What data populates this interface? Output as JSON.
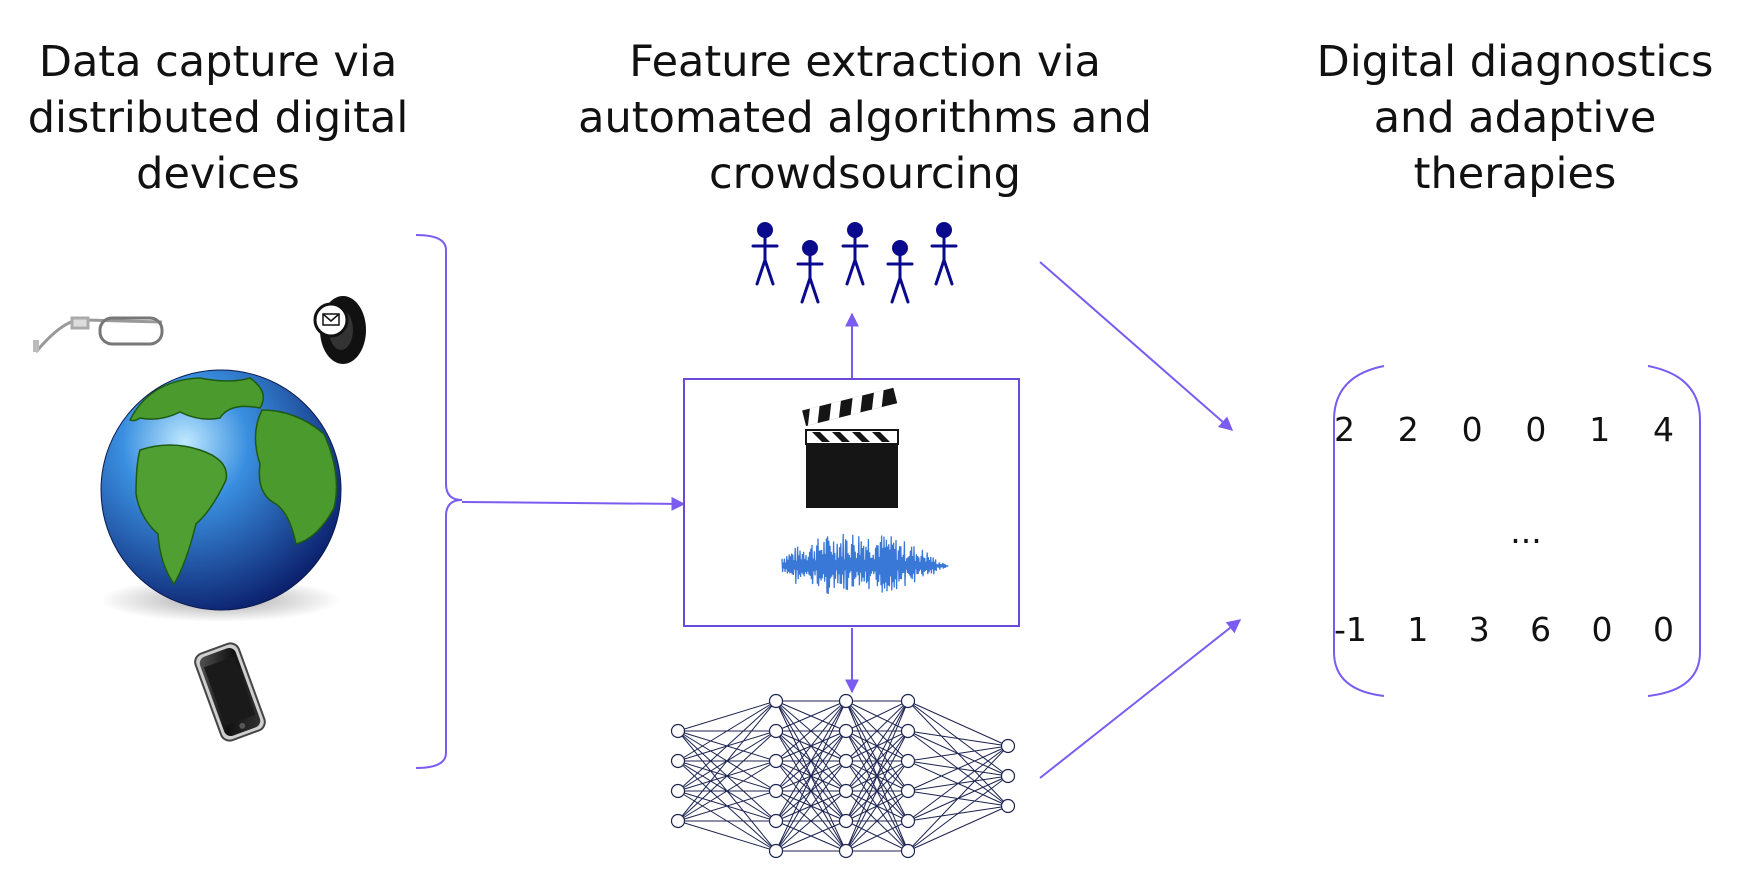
{
  "headings": {
    "capture": "Data capture via\ndistributed digital\ndevices",
    "extraction": "Feature extraction via\nautomated algorithms and\ncrowdsourcing",
    "diagnostics": "Digital diagnostics\nand adaptive\ntherapies"
  },
  "matrix": {
    "row1": [
      "2",
      "2",
      "0",
      "0",
      "1",
      "4"
    ],
    "ellipsis": "...",
    "row3": [
      "-1",
      "1",
      "3",
      "6",
      "0",
      "0"
    ]
  },
  "icons": {
    "devices": [
      "glasses-icon",
      "smartwatch-icon",
      "globe-icon",
      "smartphone-icon"
    ],
    "media": [
      "clapperboard-icon",
      "audio-waveform-icon"
    ],
    "crowd": "people-icon",
    "algorithm": "neural-network-icon"
  },
  "colors": {
    "arrow": "#7b5cf0",
    "people": "#0a0a8c",
    "waveform": "#3a78d8",
    "network": "#1c2350"
  },
  "network_layers": [
    4,
    6,
    6,
    6,
    3
  ]
}
